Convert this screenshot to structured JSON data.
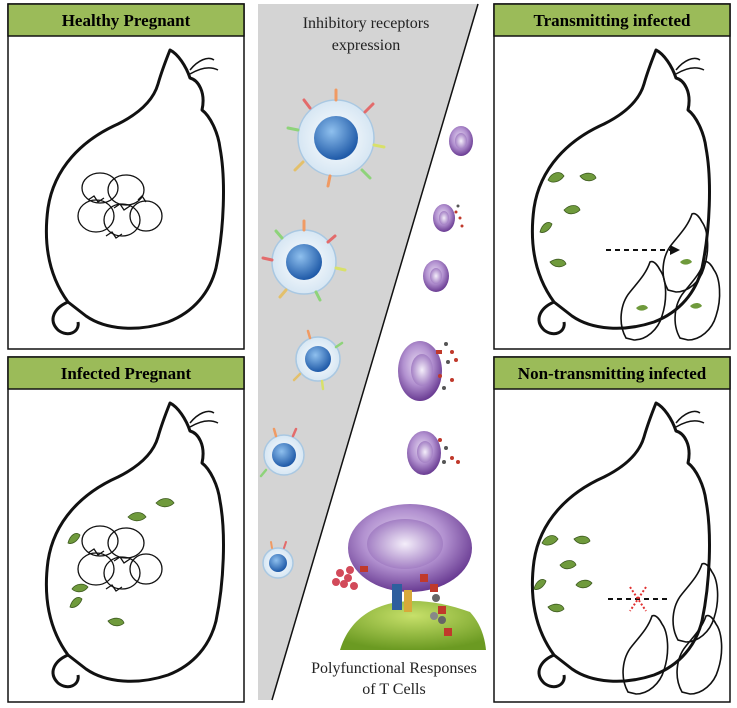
{
  "panels": {
    "healthy_pregnant": "Healthy Pregnant",
    "infected_pregnant": "Infected Pregnant",
    "transmitting_infected": "Transmitting infected",
    "non_transmitting_infected": "Non-transmitting infected"
  },
  "center": {
    "top_line1": "Inhibitory receptors",
    "top_line2": "expression",
    "bottom_line1": "Polyfunctional Responses",
    "bottom_line2": "of T Cells"
  },
  "colors": {
    "title_green": "#9bbb59",
    "gray_wedge": "#d4d4d4",
    "cell_blue": "#3a78c8",
    "cell_purple": "#8d5ab5",
    "parasite_green": "#6f9a3c"
  }
}
